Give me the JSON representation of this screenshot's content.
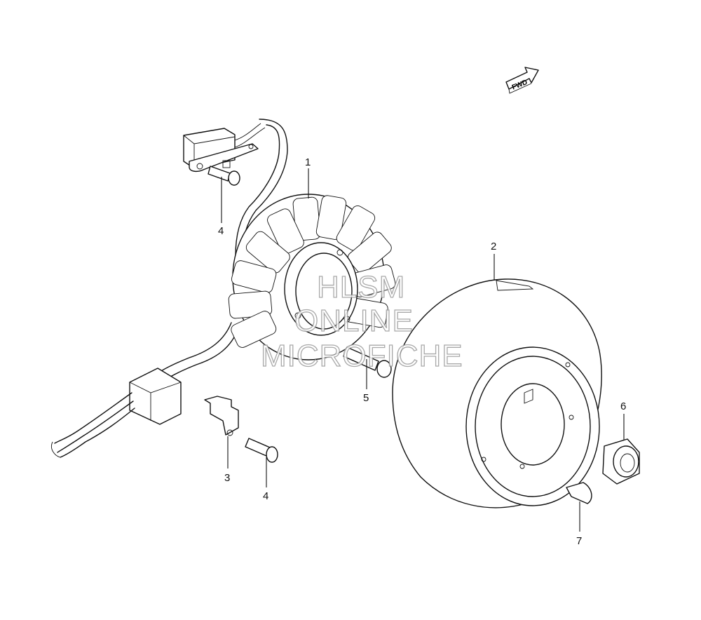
{
  "direction_label": "FWD",
  "watermark": {
    "line1": "HLSM",
    "line2": "ONLINE",
    "line3": "MICROFICHE"
  },
  "callouts": [
    {
      "id": "stator",
      "label": "1"
    },
    {
      "id": "rotor",
      "label": "2"
    },
    {
      "id": "bracket",
      "label": "3"
    },
    {
      "id": "bolt-upper",
      "label": "4"
    },
    {
      "id": "bolt-lower",
      "label": "4"
    },
    {
      "id": "stator-bolt",
      "label": "5"
    },
    {
      "id": "nut",
      "label": "6"
    },
    {
      "id": "key",
      "label": "7"
    }
  ]
}
